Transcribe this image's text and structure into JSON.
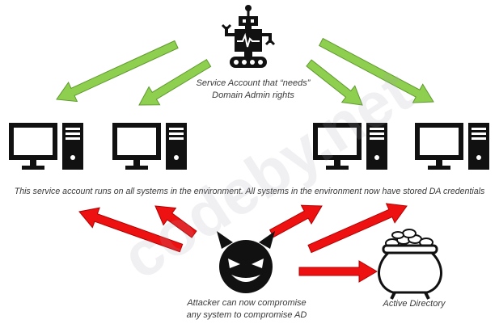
{
  "diagram": {
    "robot_caption": [
      "Service Account that “needs”",
      "Domain Admin rights"
    ],
    "service_account_note": "This service account runs on all systems in the environment. All systems in the environment now have stored DA credentials",
    "attacker_caption": [
      "Attacker can now compromise",
      "any system to compromise AD"
    ],
    "active_directory_label": "Active Directory"
  },
  "watermark": "codeby.net",
  "colors": {
    "green_arrow": "#8fcf4f",
    "green_outline": "#5f9a2e",
    "red_arrow": "#ee1111",
    "red_outline": "#b30000",
    "icon": "#111111"
  },
  "icons": [
    "robot-icon",
    "desktop-computer-icon",
    "devil-face-icon",
    "pot-of-gold-icon"
  ]
}
